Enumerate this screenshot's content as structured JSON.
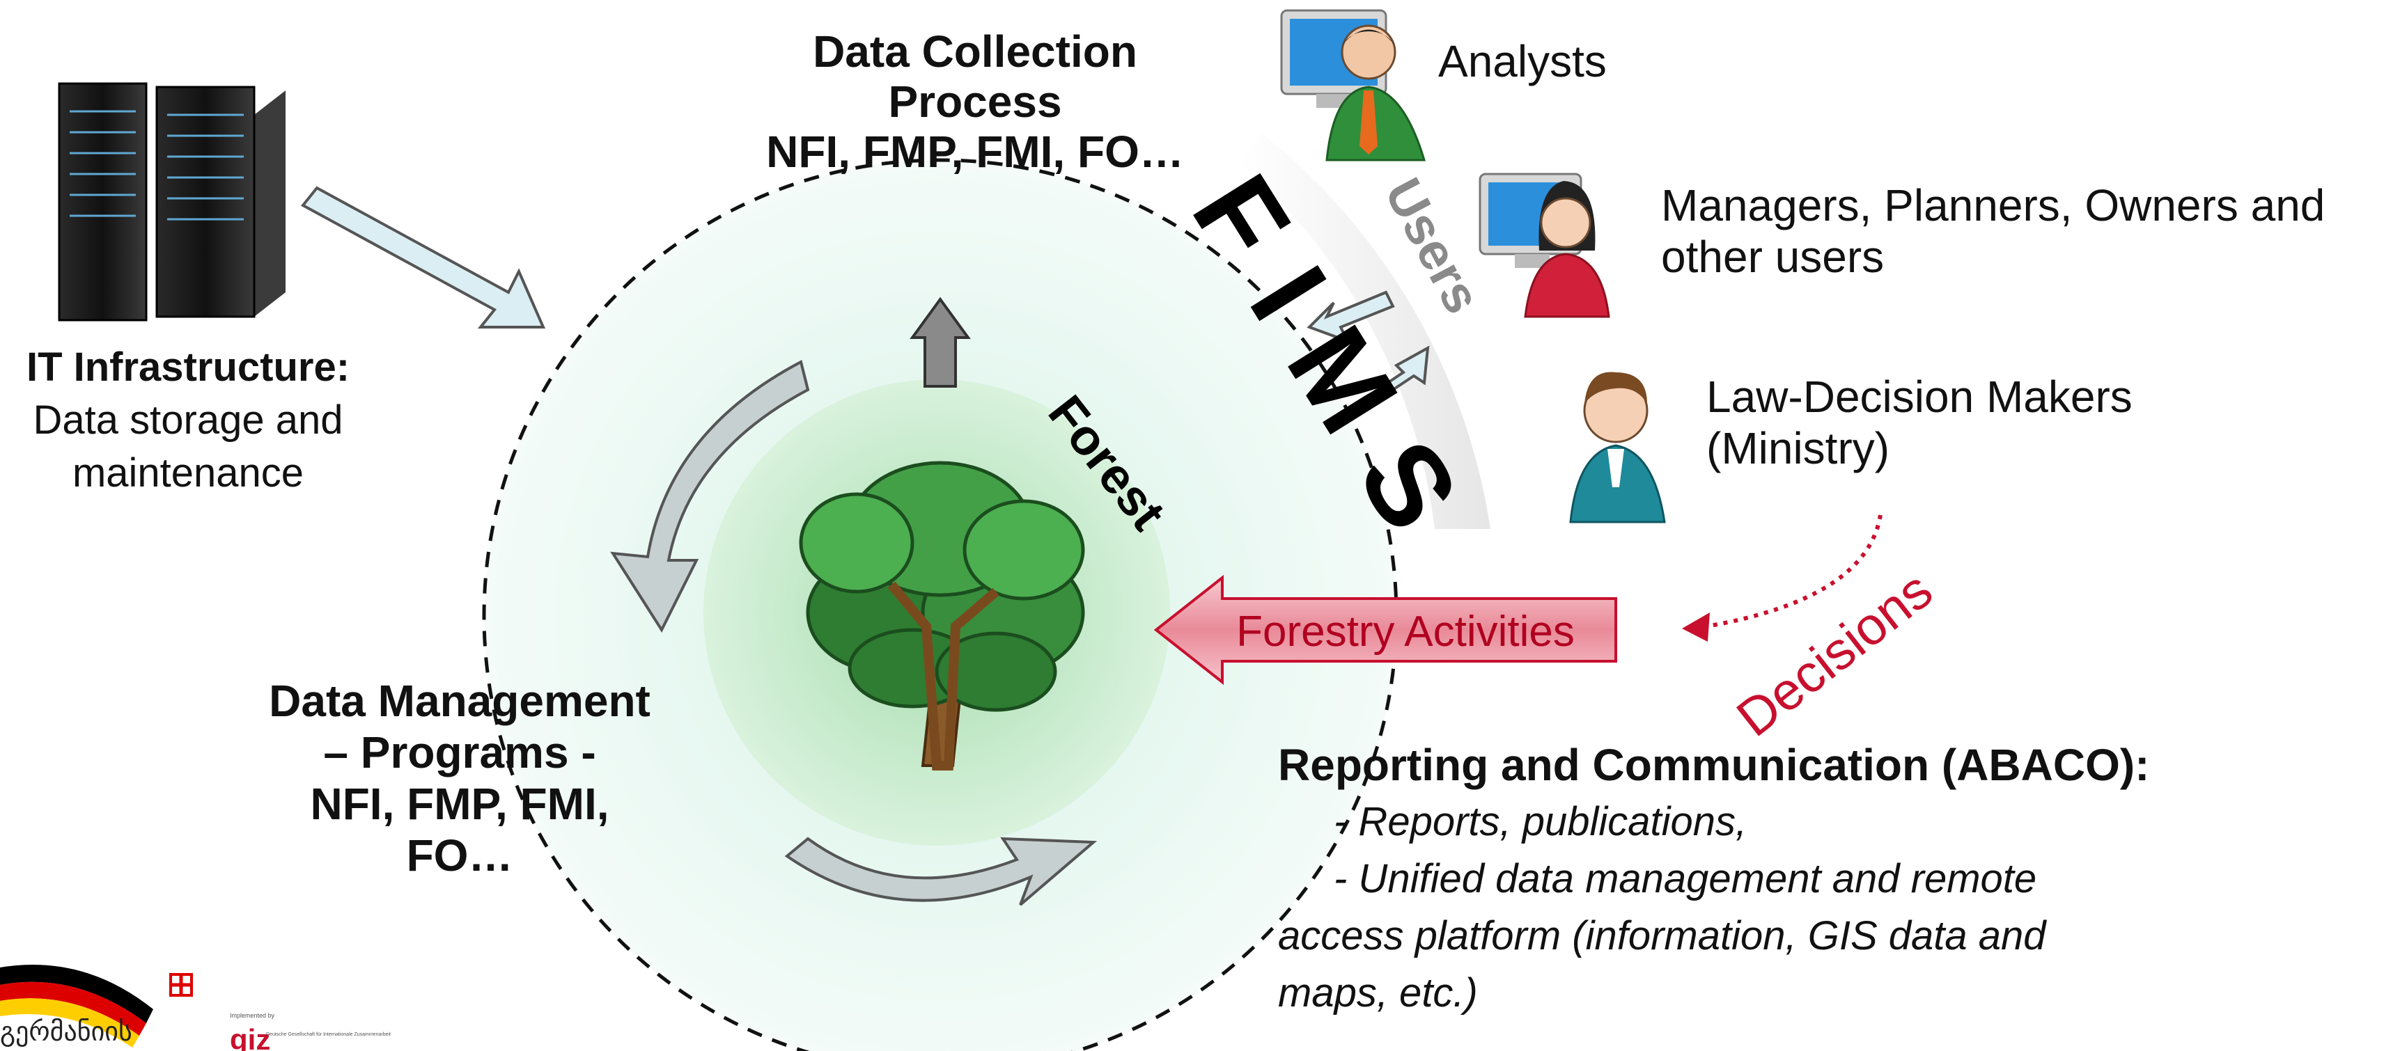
{
  "top_process": {
    "line1": "Data Collection",
    "line2": "Process",
    "line3": "NFI, FMP, FMI, FO…"
  },
  "it_infra": {
    "title": "IT Infrastructure:",
    "line1": "Data storage and",
    "line2": "maintenance"
  },
  "data_management": {
    "line1": "Data Management",
    "line2": "– Programs -",
    "line3": "NFI, FMP, FMI,",
    "line4": "FO…"
  },
  "center": {
    "system_label": "FIMS",
    "forest_label": "Forest"
  },
  "users": {
    "arc_label": "Users",
    "analysts": "Analysts",
    "managers_line1": "Managers, Planners, Owners and",
    "managers_line2": "other users",
    "lawmakers_line1": "Law-Decision Makers",
    "lawmakers_line2": "(Ministry)"
  },
  "forestry_activities": "Forestry Activities",
  "decisions": "Decisions",
  "reporting": {
    "title": "Reporting and Communication (ABACO):",
    "item1": "- Reports, publications,",
    "item2": "- Unified data management and remote",
    "item2_cont1": "access platform (information, GIS data and",
    "item2_cont2": "maps, etc.)"
  },
  "logos": {
    "german_text": "გერმანიის",
    "giz": "giz",
    "implemented_by": "Implemented by",
    "giz_full": "Deutsche Gesellschaft für Internationale Zusammenarbeit"
  },
  "colors": {
    "circle_fill": "#e2f5ee",
    "forest_fill": "#bfe8c6",
    "arrow_light": "#dbeef3",
    "arrow_gray": "#c4cccc",
    "arrow_dark": "#8a8a8a",
    "activity_red": "#c8102e",
    "decision_red": "#c8102e"
  }
}
